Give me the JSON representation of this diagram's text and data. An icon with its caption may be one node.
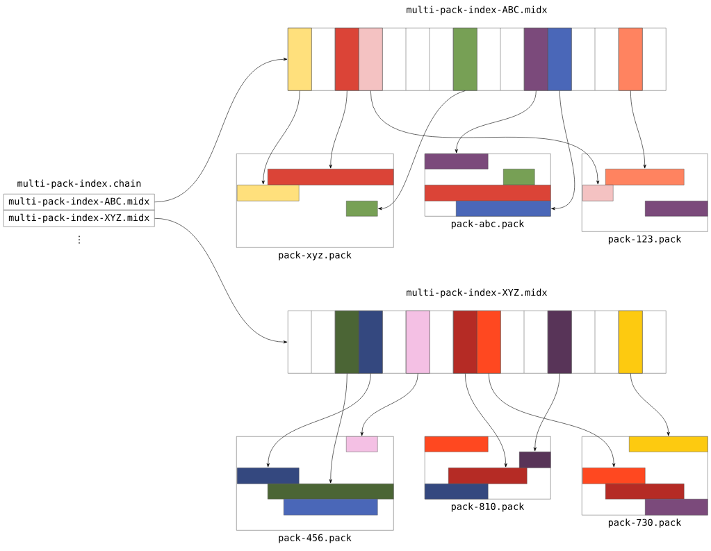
{
  "diagram": {
    "nodes": [
      {
        "text": [
          "multi-pack-index-ABC.midx"
        ]
      },
      {
        "text": [],
        "shape": "box",
        "in": 0
      },
      {
        "text": [],
        "shape": "box",
        "in": 0
      },
      {
        "text": [],
        "shape": "box",
        "in": 0
      },
      {
        "text": [],
        "shape": "box",
        "in": 0
      },
      {
        "text": [],
        "shape": "box",
        "in": 0
      },
      {
        "text": [],
        "shape": "box",
        "in": 0
      },
      {
        "text": [],
        "shape": "box",
        "in": 0
      },
      {
        "text": [
          "multi-pack-index-ABC.midx"
        ]
      },
      {
        "text": [
          "multi-pack-index-XYZ.midx"
        ]
      },
      {
        "text": [
          "pack-xyz.pack"
        ]
      },
      {
        "text": [],
        "shape": "bar",
        "in": 10
      },
      {
        "text": [],
        "shape": "bar",
        "in": 10
      },
      {
        "text": [],
        "shape": "bar",
        "in": 10
      },
      {
        "text": [
          "pack-abc.pack"
        ]
      },
      {
        "text": [],
        "shape": "bar",
        "in": 14
      },
      {
        "text": [],
        "shape": "bar",
        "in": 14
      },
      {
        "text": [],
        "shape": "bar",
        "in": 14
      },
      {
        "text": [],
        "shape": "bar",
        "in": 14
      },
      {
        "text": [
          "pack-123.pack"
        ]
      },
      {
        "text": [],
        "shape": "bar",
        "in": 19
      },
      {
        "text": [],
        "shape": "bar",
        "in": 19
      },
      {
        "text": [],
        "shape": "bar",
        "in": 19
      },
      {
        "text": [
          "multi-pack-index-XYZ.midx"
        ]
      },
      {
        "text": [],
        "shape": "box",
        "in": 23
      },
      {
        "text": [],
        "shape": "box",
        "in": 23
      },
      {
        "text": [],
        "shape": "box",
        "in": 23
      },
      {
        "text": [],
        "shape": "box",
        "in": 23
      },
      {
        "text": [],
        "shape": "box",
        "in": 23
      },
      {
        "text": [],
        "shape": "box",
        "in": 23
      },
      {
        "text": [],
        "shape": "box",
        "in": 23
      },
      {
        "text": [
          "pack-456.pack"
        ]
      },
      {
        "text": [],
        "shape": "bar",
        "in": 31
      },
      {
        "text": [],
        "shape": "bar",
        "in": 31
      },
      {
        "text": [],
        "shape": "bar",
        "in": 31
      },
      {
        "text": [],
        "shape": "bar",
        "in": 31
      },
      {
        "text": [
          "pack-810.pack"
        ]
      },
      {
        "text": [],
        "shape": "bar",
        "in": 36
      },
      {
        "text": [],
        "shape": "bar",
        "in": 36
      },
      {
        "text": [],
        "shape": "bar",
        "in": 36
      },
      {
        "text": [],
        "shape": "bar",
        "in": 36
      },
      {
        "text": [
          "pack-730.pack"
        ]
      },
      {
        "text": [],
        "shape": "bar",
        "in": 41
      },
      {
        "text": [],
        "shape": "bar",
        "in": 41
      },
      {
        "text": [],
        "shape": "bar",
        "in": 41
      },
      {
        "text": [],
        "shape": "bar",
        "in": 41
      }
    ],
    "edges": [
      {
        "from": 8,
        "to": 0,
        "arrow": "to"
      },
      {
        "from": 9,
        "to": 23,
        "arrow": "to"
      },
      {
        "from": 1,
        "to": 12,
        "arrow": "to"
      },
      {
        "from": 2,
        "to": 11,
        "arrow": "to"
      },
      {
        "from": 3,
        "to": 21,
        "arrow": "to"
      },
      {
        "from": 4,
        "to": 13,
        "arrow": "to"
      },
      {
        "from": 5,
        "to": 15,
        "arrow": "to"
      },
      {
        "from": 6,
        "to": 18,
        "arrow": "to"
      },
      {
        "from": 7,
        "to": 20,
        "arrow": "to"
      },
      {
        "from": 24,
        "to": 34,
        "arrow": "to"
      },
      {
        "from": 25,
        "to": 33,
        "arrow": "to"
      },
      {
        "from": 26,
        "to": 32,
        "arrow": "to"
      },
      {
        "from": 27,
        "to": 39,
        "arrow": "to"
      },
      {
        "from": 28,
        "to": 43,
        "arrow": "to"
      },
      {
        "from": 29,
        "to": 38,
        "arrow": "to"
      },
      {
        "from": 30,
        "to": 42,
        "arrow": "to"
      }
    ],
    "labels": [
      "multi-pack-index.chain",
      "⋮"
    ]
  }
}
